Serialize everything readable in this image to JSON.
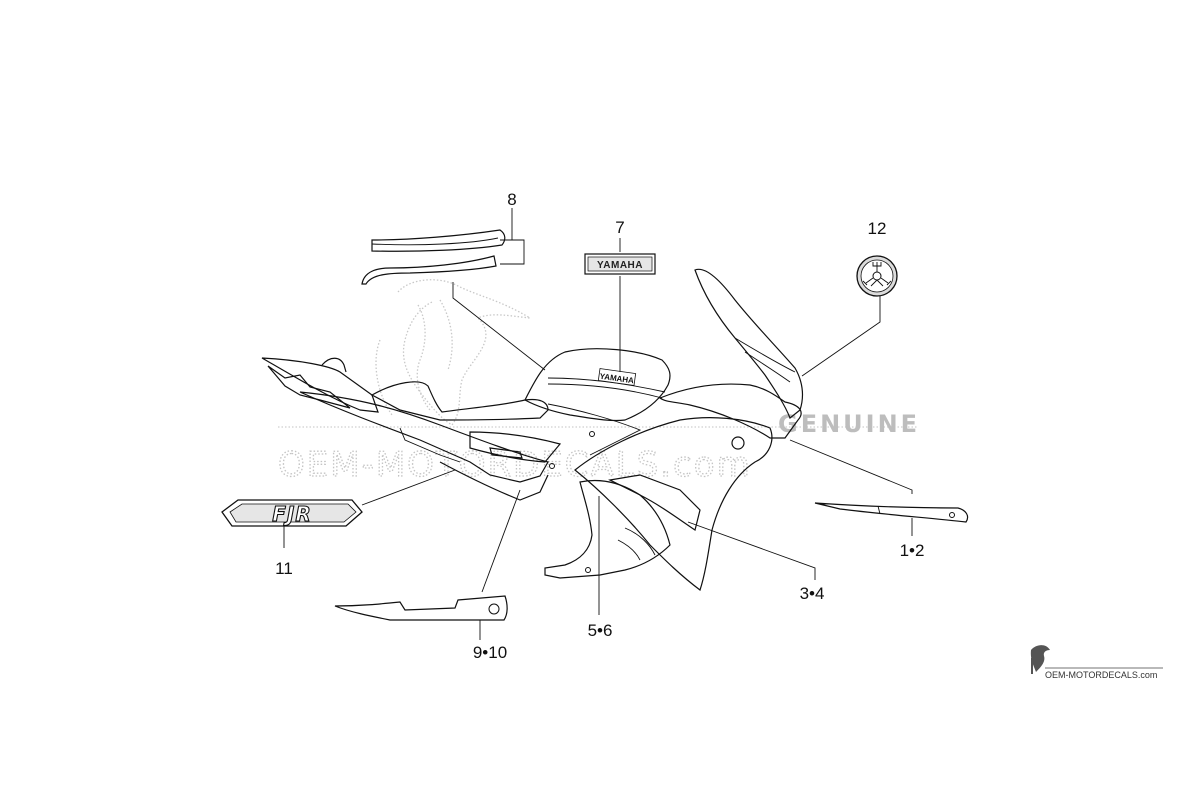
{
  "diagram": {
    "callouts": {
      "c1_2": "1•2",
      "c3_4": "3•4",
      "c5_6": "5•6",
      "c7": "7",
      "c8": "8",
      "c9_10": "9•10",
      "c11": "11",
      "c12": "12"
    },
    "decal_text": {
      "yamaha_badge": "YAMAHA",
      "tank_yamaha": "YAMAHA",
      "fjr_emblem": "FJR"
    }
  },
  "watermark": {
    "main": "OEM-MOTORDECALS.com",
    "genuine": "GENUINE",
    "footer": "OEM-MOTORDECALS.com"
  },
  "colors": {
    "line": "#111111",
    "decal_fill": "#e6e6e6",
    "watermark": "#c4c4c4"
  }
}
